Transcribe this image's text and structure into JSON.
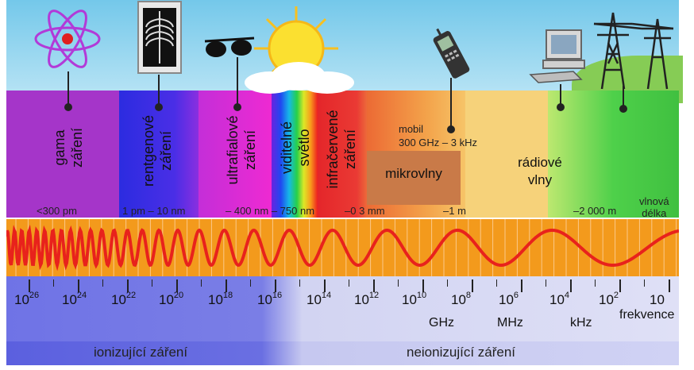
{
  "regions": {
    "gamma": [
      "gama",
      "záření"
    ],
    "xray": [
      "rentgenové",
      "záření"
    ],
    "uv": [
      "ultrafialové",
      "záření"
    ],
    "visible": [
      "viditelné",
      "světlo"
    ],
    "infrared": [
      "infračervené",
      "záření"
    ],
    "microwaves": "mikrovlny",
    "mobile": [
      "mobil",
      "300 GHz – 3 kHz"
    ],
    "radio": [
      "rádiové",
      "vlny"
    ]
  },
  "wavelengths": {
    "w1": "<300 pm",
    "w2": "1 pm – 10 nm",
    "w3": "– 400 nm – 750 nm",
    "w4": "–0 3 mm",
    "w5": "–1 m",
    "w6": "–2 000 m",
    "label": [
      "vlnová",
      "délka"
    ]
  },
  "frequency": {
    "exponents": [
      "26",
      "24",
      "22",
      "20",
      "18",
      "16",
      "14",
      "12",
      "10",
      "8",
      "6",
      "4",
      "2"
    ],
    "last": "10",
    "units": {
      "ghz": "GHz",
      "mhz": "MHz",
      "khz": "kHz",
      "label": "frekvence"
    }
  },
  "ionization": {
    "ionizing": "ionizující záření",
    "non_ionizing": "neionizující záření"
  },
  "icons": [
    "atom-icon",
    "xray-film-icon",
    "sunglasses-icon",
    "sun-icon",
    "cloud-icon",
    "mobile-phone-icon",
    "computer-icon",
    "power-pylon-icon"
  ],
  "colors": {
    "gamma": "#a535c9",
    "xray": "#3a2ce0",
    "uv": "#e62ad6",
    "infrared": "#e8262a",
    "microwave": "#ef8e2c",
    "radio": "#f6d27a",
    "wave": "#e8221c",
    "strip": "#f39a1c"
  }
}
